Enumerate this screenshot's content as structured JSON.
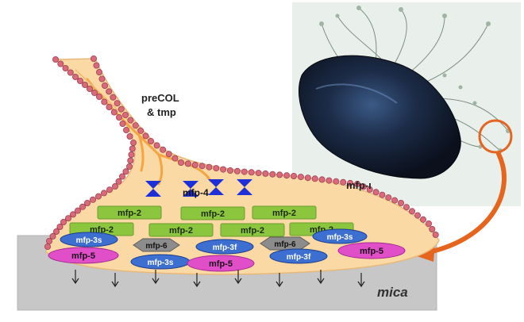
{
  "labels": {
    "precol": "preCOL",
    "tmp": "& tmp",
    "mfp1": "mfp-ı",
    "mfp4": "mfp-4",
    "mica": "mica"
  },
  "proteins": {
    "mfp2": "mfp-2",
    "mfp3s": "mfp-3s",
    "mfp3f": "mfp-3f",
    "mfp5": "mfp-5",
    "mfp6": "mfp-6"
  },
  "colors": {
    "sheath": "#fbd9a4",
    "sheath_edge": "#e8b87a",
    "beads": "#d96a7a",
    "mfp2": "#8cc63f",
    "mfp3": "#3d6fd0",
    "mfp5": "#e04fc8",
    "mfp6": "#8c8c8c",
    "mfp4": "#1f2fd8",
    "mica": "#c7c7c7",
    "arrow": "#e5651e",
    "circle": "#e5651e"
  }
}
